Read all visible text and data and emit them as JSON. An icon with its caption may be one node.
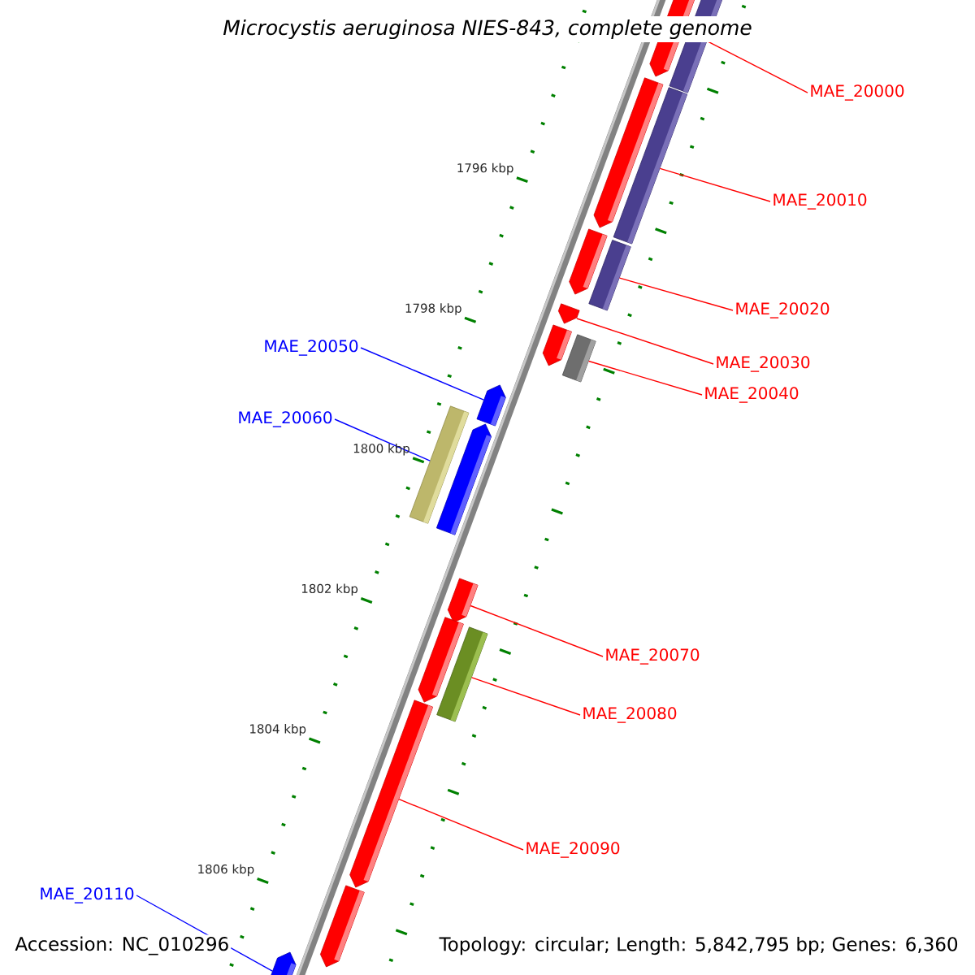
{
  "diagram": {
    "title": "Microcystis aeruginosa NIES-843, complete genome",
    "nodes": [
      {
        "text": [
          "MAE_20000"
        ]
      },
      {
        "text": [
          "MAE_20010"
        ]
      },
      {
        "text": [
          "MAE_20020"
        ]
      },
      {
        "text": [
          "MAE_20030"
        ]
      },
      {
        "text": [
          "MAE_20040"
        ]
      },
      {
        "text": [
          "MAE_20050"
        ]
      },
      {
        "text": [
          "MAE_20060"
        ]
      },
      {
        "text": [
          "MAE_20070"
        ]
      },
      {
        "text": [
          "MAE_20080"
        ]
      },
      {
        "text": [
          "MAE_20090"
        ]
      },
      {
        "text": [
          "MAE_20110"
        ]
      },
      {
        "text": [],
        "shape": "arrow"
      },
      {
        "text": [],
        "shape": "bar"
      },
      {
        "text": [],
        "shape": "arrow"
      },
      {
        "text": [],
        "shape": "bar"
      },
      {
        "text": [],
        "shape": "arrow"
      },
      {
        "text": [],
        "shape": "bar"
      },
      {
        "text": [],
        "shape": "arrow"
      },
      {
        "text": [],
        "shape": "arrow"
      },
      {
        "text": [],
        "shape": "bar"
      },
      {
        "text": [],
        "shape": "arrow"
      },
      {
        "text": [],
        "shape": "arrow"
      },
      {
        "text": [],
        "shape": "bar"
      },
      {
        "text": [],
        "shape": "arrow"
      },
      {
        "text": [],
        "shape": "arrow"
      },
      {
        "text": [],
        "shape": "bar"
      },
      {
        "text": [],
        "shape": "arrow"
      },
      {
        "text": [],
        "shape": "arrow"
      },
      {
        "text": [],
        "shape": "arrow"
      }
    ],
    "edges": [
      {
        "from": 0,
        "to": 12,
        "arrow": "none"
      },
      {
        "from": 1,
        "to": 14,
        "arrow": "none"
      },
      {
        "from": 2,
        "to": 16,
        "arrow": "none"
      },
      {
        "from": 3,
        "to": 17,
        "arrow": "none"
      },
      {
        "from": 4,
        "to": 19,
        "arrow": "none"
      },
      {
        "from": 5,
        "to": 20,
        "arrow": "none",
        "color": "#0000ff"
      },
      {
        "from": 6,
        "to": 22,
        "arrow": "none",
        "color": "#0000ff"
      },
      {
        "from": 7,
        "to": 23,
        "arrow": "none"
      },
      {
        "from": 8,
        "to": 25,
        "arrow": "none"
      },
      {
        "from": 9,
        "to": 26,
        "arrow": "none"
      },
      {
        "from": 10,
        "to": 28,
        "arrow": "none",
        "color": "#0000ff"
      }
    ],
    "labels": [
      "1796 kbp",
      "1798 kbp",
      "1800 kbp",
      "1802 kbp",
      "1804 kbp",
      "1806 kbp",
      "Accession: NC_010296",
      "Topology: circular; Length: 5,842,795 bp; Genes: 6,360"
    ]
  }
}
